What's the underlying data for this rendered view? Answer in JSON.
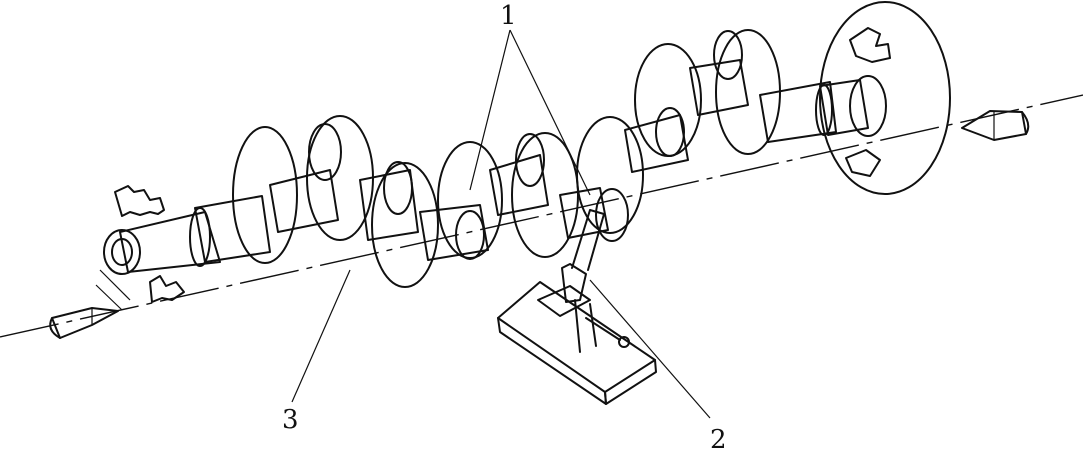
{
  "labels": {
    "journals": "1",
    "tool": "2",
    "axis": "3"
  },
  "colors": {
    "ink": "#111111",
    "paper": "#ffffff",
    "stipple": "#555555"
  }
}
